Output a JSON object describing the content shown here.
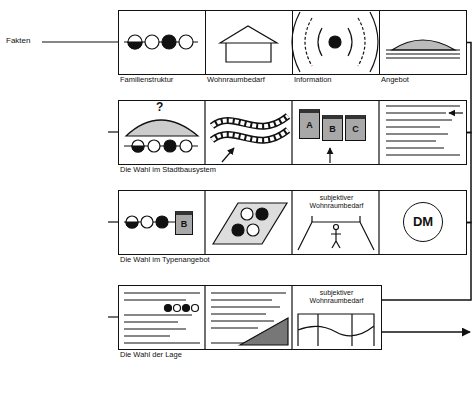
{
  "diagram": {
    "nodes": [
      {
        "text": [
          "Familienstruktur"
        ]
      },
      {
        "text": [
          "Wohnraumbedarf"
        ]
      },
      {
        "text": [
          "Information"
        ]
      },
      {
        "text": [
          "Angebot"
        ]
      },
      {
        "text": [
          "Die Wahl im Stadtbausystem"
        ]
      },
      {
        "text": [
          "A"
        ],
        "in": 4
      },
      {
        "text": [
          "B"
        ],
        "in": 4
      },
      {
        "text": [
          "C"
        ],
        "in": 4
      },
      {
        "text": [
          "Die Wahl im Typenangebot"
        ]
      },
      {
        "text": [
          "B"
        ],
        "in": 8
      },
      {
        "text": [
          "subjektiver Wohnraumbedarf"
        ],
        "in": 8
      },
      {
        "text": [
          "DM"
        ],
        "in": 8
      },
      {
        "text": [
          "Die Wahl der Lage"
        ]
      },
      {
        "text": [
          "subjektiver Wohnraumbedarf"
        ],
        "in": 12
      }
    ],
    "edges": [
      {
        "from": 3,
        "to": 4,
        "arrow": "none"
      },
      {
        "from": 4,
        "to": 8,
        "arrow": "none"
      },
      {
        "from": 8,
        "to": 12,
        "arrow": "none"
      }
    ],
    "labels": [
      "Fakten",
      "?"
    ]
  }
}
